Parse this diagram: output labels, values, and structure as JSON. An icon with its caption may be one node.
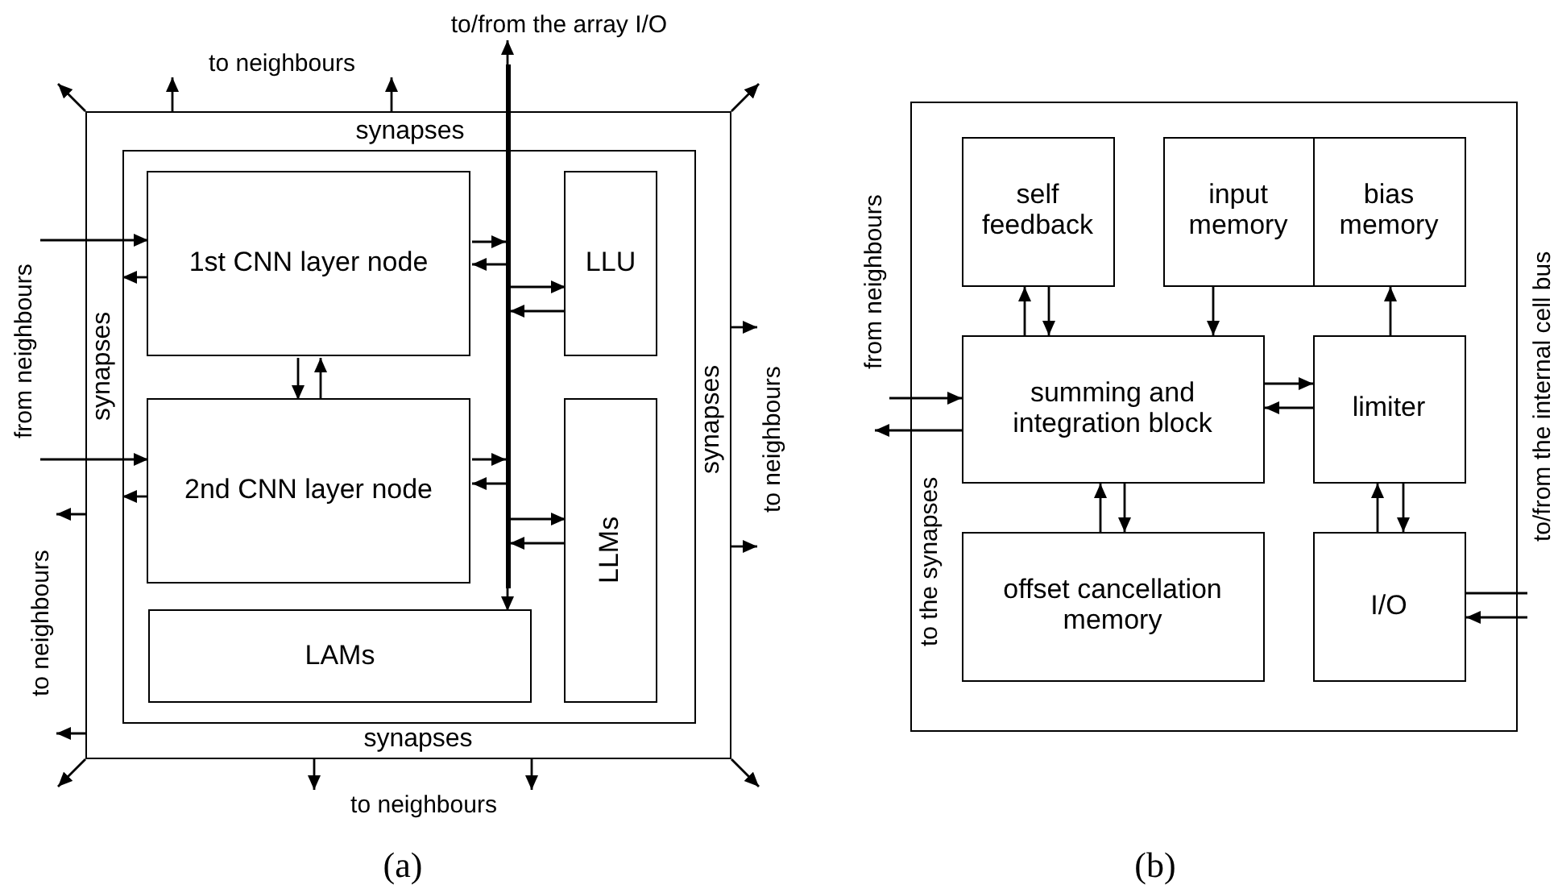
{
  "diagram": {
    "nodes": [
      {
        "text": [
          "synapses",
          "synapses",
          "synapses",
          "synapses"
        ]
      },
      {
        "text": [],
        "shape": "box",
        "in": 0
      },
      {
        "text": [
          "1st CNN layer node"
        ],
        "in": 1
      },
      {
        "text": [
          "2nd CNN layer node"
        ],
        "in": 1
      },
      {
        "text": [
          "LAMs"
        ],
        "in": 1
      },
      {
        "text": [
          "LLU"
        ],
        "in": 1
      },
      {
        "text": [
          "LLMs"
        ],
        "in": 1
      },
      {
        "text": [],
        "shape": "bar"
      },
      {
        "text": [
          "to/from the array I/O"
        ]
      },
      {
        "text": [
          "from neighbours"
        ]
      },
      {
        "text": [
          "to neighbours"
        ]
      },
      {
        "text": [
          "to neighbours"
        ]
      },
      {
        "text": [
          "to neighbours"
        ]
      },
      {
        "text": [
          "to neighbours"
        ]
      },
      {
        "text": [],
        "shape": "box"
      },
      {
        "text": [
          "self feedback"
        ],
        "in": 14
      },
      {
        "text": [
          "input memory"
        ],
        "in": 14
      },
      {
        "text": [
          "bias memory"
        ],
        "in": 14
      },
      {
        "text": [
          "summing and integration block"
        ],
        "in": 14
      },
      {
        "text": [
          "limiter"
        ],
        "in": 14
      },
      {
        "text": [
          "offset cancellation memory"
        ],
        "in": 14
      },
      {
        "text": [
          "I/O"
        ],
        "in": 14
      },
      {
        "text": [
          "from neighbours"
        ]
      },
      {
        "text": [
          "to/from the internal cell bus"
        ]
      }
    ],
    "edges": [
      {
        "from": 9,
        "to": 2,
        "arrow": "to"
      },
      {
        "from": 9,
        "to": 3,
        "arrow": "to"
      },
      {
        "from": 2,
        "to": 1,
        "arrow": "to"
      },
      {
        "from": 3,
        "to": 1,
        "arrow": "to"
      },
      {
        "from": 2,
        "to": 3,
        "arrow": "to"
      },
      {
        "from": 3,
        "to": 2,
        "arrow": "to"
      },
      {
        "from": 2,
        "to": 7,
        "arrow": "to"
      },
      {
        "from": 7,
        "to": 2,
        "arrow": "to"
      },
      {
        "from": 3,
        "to": 7,
        "arrow": "to"
      },
      {
        "from": 7,
        "to": 3,
        "arrow": "to"
      },
      {
        "from": 7,
        "to": 5,
        "arrow": "to"
      },
      {
        "from": 5,
        "to": 7,
        "arrow": "to"
      },
      {
        "from": 7,
        "to": 6,
        "arrow": "to"
      },
      {
        "from": 6,
        "to": 7,
        "arrow": "to"
      },
      {
        "from": 7,
        "to": 4,
        "arrow": "to"
      },
      {
        "from": 7,
        "to": 8,
        "arrow": "to"
      },
      {
        "from": 0,
        "to": 10,
        "arrow": "to"
      },
      {
        "from": 0,
        "to": 10,
        "arrow": "to"
      },
      {
        "from": 0,
        "to": 11,
        "arrow": "to"
      },
      {
        "from": 0,
        "to": 11,
        "arrow": "to"
      },
      {
        "from": 0,
        "to": 12,
        "arrow": "to"
      },
      {
        "from": 0,
        "to": 12,
        "arrow": "to"
      },
      {
        "from": 0,
        "to": 13,
        "arrow": "to"
      },
      {
        "from": 0,
        "to": 13,
        "arrow": "to"
      },
      {
        "from": 0,
        "to": null,
        "arrow": "to"
      },
      {
        "from": 0,
        "to": null,
        "arrow": "to"
      },
      {
        "from": 0,
        "to": null,
        "arrow": "to"
      },
      {
        "from": 0,
        "to": null,
        "arrow": "to"
      },
      {
        "from": 22,
        "to": 18,
        "arrow": "to"
      },
      {
        "from": 18,
        "to": null,
        "arrow": "to"
      },
      {
        "from": 18,
        "to": 15,
        "arrow": "to"
      },
      {
        "from": 15,
        "to": 18,
        "arrow": "to"
      },
      {
        "from": 16,
        "to": 18,
        "arrow": "to"
      },
      {
        "from": 19,
        "to": 17,
        "arrow": "to"
      },
      {
        "from": 18,
        "to": 19,
        "arrow": "to"
      },
      {
        "from": 19,
        "to": 18,
        "arrow": "to"
      },
      {
        "from": 20,
        "to": 18,
        "arrow": "to"
      },
      {
        "from": 18,
        "to": 20,
        "arrow": "to"
      },
      {
        "from": 21,
        "to": 19,
        "arrow": "to"
      },
      {
        "from": 19,
        "to": 21,
        "arrow": "to"
      },
      {
        "from": 21,
        "to": 23,
        "arrow": "none"
      },
      {
        "from": 23,
        "to": 21,
        "arrow": "to"
      }
    ],
    "labels": [
      "to the synapses",
      "(a)",
      "(b)"
    ]
  }
}
